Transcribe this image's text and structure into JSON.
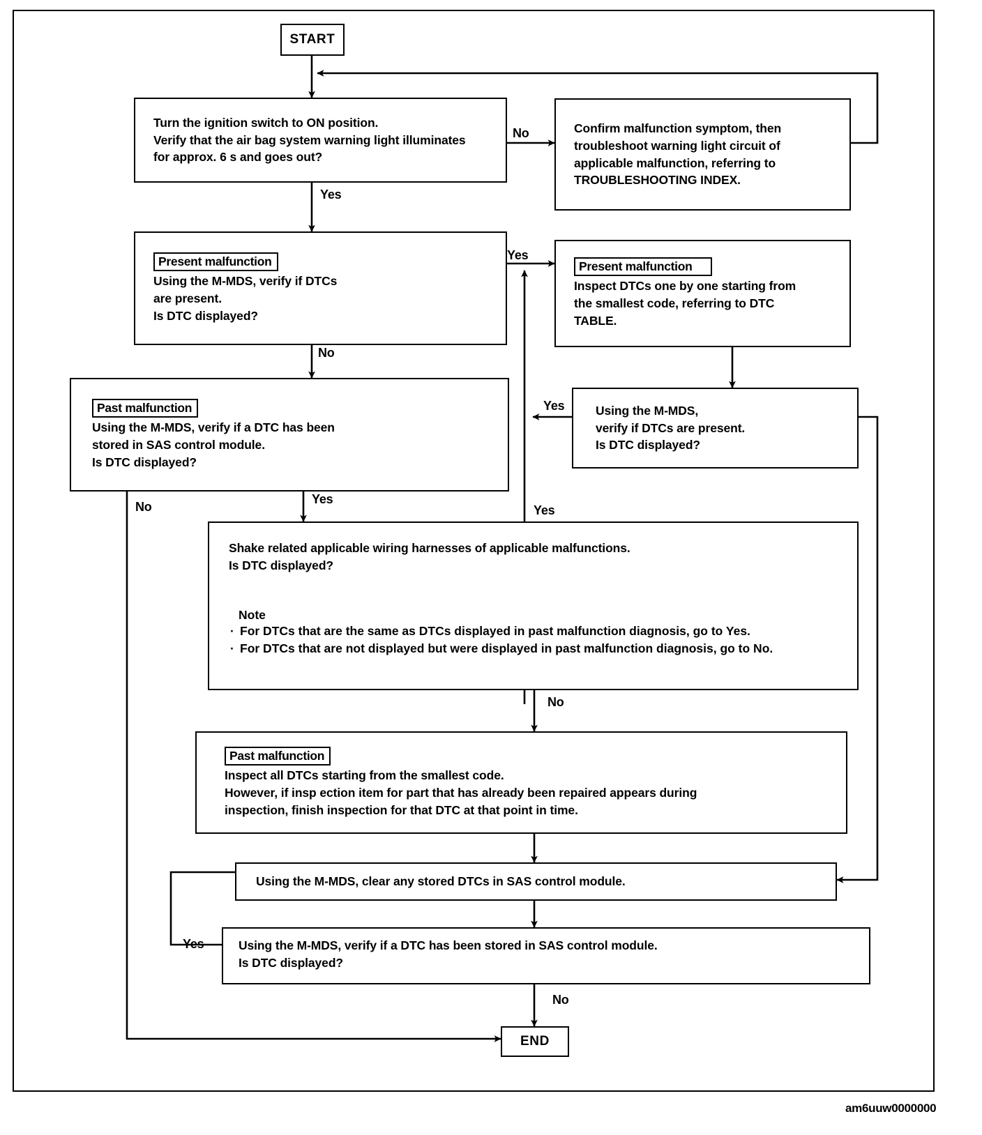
{
  "doc": {
    "title": "Air Bag System Diagnostic Flowchart",
    "watermark": "am6uuw0000000",
    "ink": "#000000",
    "paper": "#ffffff"
  },
  "terminals": {
    "start": "START",
    "end": "END"
  },
  "nodes": {
    "ignition": {
      "lines": [
        "Turn the ignition switch to ON position.",
        "Verify that the air bag system warning light illuminates",
        "for approx. 6 s and goes out?"
      ],
      "line3_a": "for ",
      "line3_b": "approx. 6 s",
      "line3_c": " and goes out?"
    },
    "confirm": {
      "lines": [
        "Confirm malfunction symptom, then",
        "troubleshoot warning light circuit of",
        "applicable malfunction, referring to",
        "TROUBLESHOOTING INDEX."
      ]
    },
    "present_verify": {
      "tag": "Present malfunction",
      "lines": [
        "Using the M-MDS, verify if DTCs",
        "are present.",
        "Is DTC displayed?"
      ]
    },
    "present_inspect": {
      "tag": "Present malfunction",
      "lines": [
        "Inspect DTCs one by one starting from",
        "the smallest code, referring to DTC",
        "TABLE."
      ]
    },
    "past_verify": {
      "tag": "Past malfunction",
      "lines": [
        "Using the M-MDS, verify if a DTC has been",
        "stored in SAS control module.",
        "Is DTC displayed?"
      ]
    },
    "mmds_recheck": {
      "lines": [
        "Using the M-MDS,",
        "verify if DTCs are present.",
        "Is DTC displayed?"
      ]
    },
    "shake": {
      "lines": [
        "Shake related applicable wiring harnesses of applicable malfunctions.",
        "Is DTC displayed?"
      ],
      "note_title": "Note",
      "note_items": [
        "For DTCs that are the same as DTCs displayed in past malfunction diagnosis, go to Yes.",
        "For DTCs that are not displayed but were displayed in past malfunction diagnosis, go to No."
      ]
    },
    "past_inspect": {
      "tag": "Past malfunction",
      "lines": [
        "Inspect all DTCs starting from the smallest code.",
        "However, if insp ection item for part that has already been repaired appears during",
        "inspection, finish inspection for that DTC at that point in time."
      ]
    },
    "clear": {
      "lines": [
        "Using the M-MDS, clear any stored DTCs in SAS control module."
      ]
    },
    "final_verify": {
      "lines": [
        "Using the M-MDS, verify if a DTC has been stored in SAS control module.",
        "Is DTC displayed?"
      ]
    }
  },
  "edge_labels": {
    "ignition_no": "No",
    "ignition_yes": "Yes",
    "present_yes": "Yes",
    "present_no": "No",
    "past_no": "No",
    "past_yes": "Yes",
    "recheck_yes": "Yes",
    "shake_yes": "Yes",
    "shake_no": "No",
    "final_yes": "Yes",
    "final_no": "No"
  },
  "chart_data": {
    "type": "flowchart",
    "orientation": "top-to-bottom",
    "node_count": 12,
    "nodes": [
      {
        "id": "start",
        "kind": "terminal",
        "text": "START"
      },
      {
        "id": "ignition",
        "kind": "decision-box",
        "text": "Turn the ignition switch to ON position. Verify that the air bag system warning light illuminates for approx. 6 s and goes out?"
      },
      {
        "id": "confirm",
        "kind": "process",
        "text": "Confirm malfunction symptom, then troubleshoot warning light circuit of applicable malfunction, referring to TROUBLESHOOTING INDEX."
      },
      {
        "id": "present_verify",
        "kind": "decision-box",
        "text": "Present malfunction / Using the M-MDS, verify if DTCs are present. Is DTC displayed?"
      },
      {
        "id": "present_inspect",
        "kind": "process",
        "text": "Present malfunction / Inspect DTCs one by one starting from the smallest code, referring to DTC TABLE."
      },
      {
        "id": "past_verify",
        "kind": "decision-box",
        "text": "Past malfunction / Using the M-MDS, verify if a DTC has been stored in SAS control module. Is DTC displayed?"
      },
      {
        "id": "mmds_recheck",
        "kind": "decision-box",
        "text": "Using the M-MDS, verify if DTCs are present. Is DTC displayed?"
      },
      {
        "id": "shake",
        "kind": "decision-box",
        "text": "Shake related applicable wiring harnesses of applicable malfunctions. Is DTC displayed?"
      },
      {
        "id": "past_inspect",
        "kind": "process",
        "text": "Past malfunction / Inspect all DTCs starting from the smallest code."
      },
      {
        "id": "clear",
        "kind": "process",
        "text": "Using the M-MDS, clear any stored DTCs in SAS control module."
      },
      {
        "id": "final_verify",
        "kind": "decision-box",
        "text": "Using the M-MDS, verify if a DTC has been stored in SAS control module. Is DTC displayed?"
      },
      {
        "id": "end",
        "kind": "terminal",
        "text": "END"
      }
    ],
    "edges": [
      {
        "from": "start",
        "to": "ignition",
        "label": ""
      },
      {
        "from": "ignition",
        "to": "confirm",
        "label": "No"
      },
      {
        "from": "ignition",
        "to": "present_verify",
        "label": "Yes"
      },
      {
        "from": "confirm",
        "to": "ignition",
        "label": ""
      },
      {
        "from": "present_verify",
        "to": "present_inspect",
        "label": "Yes"
      },
      {
        "from": "present_verify",
        "to": "past_verify",
        "label": "No"
      },
      {
        "from": "present_inspect",
        "to": "mmds_recheck",
        "label": ""
      },
      {
        "from": "mmds_recheck",
        "to": "present_inspect",
        "label": "Yes"
      },
      {
        "from": "mmds_recheck",
        "to": "clear",
        "label": "No"
      },
      {
        "from": "past_verify",
        "to": "shake",
        "label": "Yes"
      },
      {
        "from": "past_verify",
        "to": "end",
        "label": "No"
      },
      {
        "from": "shake",
        "to": "present_inspect",
        "label": "Yes"
      },
      {
        "from": "shake",
        "to": "past_inspect",
        "label": "No"
      },
      {
        "from": "past_inspect",
        "to": "clear",
        "label": ""
      },
      {
        "from": "clear",
        "to": "final_verify",
        "label": ""
      },
      {
        "from": "final_verify",
        "to": "clear",
        "label": "Yes"
      },
      {
        "from": "final_verify",
        "to": "end",
        "label": "No"
      }
    ]
  }
}
